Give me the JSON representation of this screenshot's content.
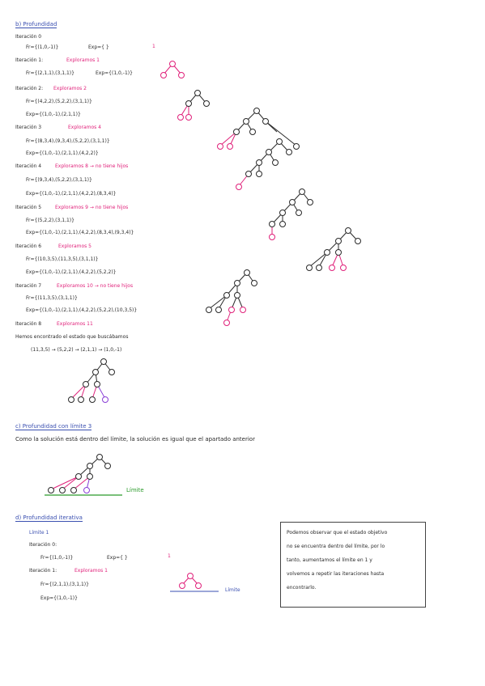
{
  "section_b": {
    "title": "b) Profundidad",
    "it0": {
      "label": "Iteración 0",
      "fr": "Fr={(1,0,-1)}",
      "exp": "Exp={ }",
      "node": "1"
    },
    "it1": {
      "label": "Iteración 1:",
      "action": "Exploramos 1",
      "fr": "Fr={(2,1,1),(3,1,1)}",
      "exp": "Exp={(1,0,-1)}"
    },
    "it2": {
      "label": "Iteración 2:",
      "action": "Exploramos 2",
      "fr": "Fr={(4,2,2),(5,2,2),(3,1,1)}",
      "exp": "Exp={(1,0,-1),(2,1,1)}"
    },
    "it3": {
      "label": "Iteración 3",
      "action": "Exploramos 4",
      "fr": "Fr={(8,3,4),(9,3,4),(5,2,2),(3,1,1)}",
      "exp": "Exp={(1,0,-1),(2,1,1),(4,2,2)}"
    },
    "it4": {
      "label": "Iteración 4",
      "action": "Exploramos 8 → no tiene hijos",
      "fr": "Fr={(9,3,4),(5,2,2),(3,1,1)}",
      "exp": "Exp={(1,0,-1),(2,1,1),(4,2,2),(8,3,4)}"
    },
    "it5": {
      "label": "Iteración 5",
      "action": "Exploramos 9 → no tiene hijos",
      "fr": "Fr={(5,2,2),(3,1,1)}",
      "exp": "Exp={(1,0,-1),(2,1,1),(4,2,2),(8,3,4),(9,3,4)}"
    },
    "it6": {
      "label": "Iteración 6",
      "action": "Exploramos 5",
      "fr": "Fr={(10,3,5),(11,3,5),(3,1,1)}",
      "exp": "Exp={(1,0,-1),(2,1,1),(4,2,2),(5,2,2)}"
    },
    "it7": {
      "label": "Iteración 7",
      "action": "Exploramos 10 → no tiene hijos",
      "fr": "Fr={(11,3,5),(3,1,1)}",
      "exp": "Exp={(1,0,-1),(2,1,1),(4,2,2),(5,2,2),(10,3,5)}"
    },
    "it8": {
      "label": "Iteración 8",
      "action": "Exploramos 11"
    },
    "found": "Hemos encontrado el estado que buscábamos",
    "path": "(11,3,5) → (5,2,2) → (2,1,1) → (1,0,-1)"
  },
  "section_c": {
    "title": "c) Profundidad con límite 3",
    "text": "Como la solución está dentro del límite, la solución es igual que el apartado anterior",
    "limit_label": "Límite"
  },
  "section_d": {
    "title": "d) Profundidad iterativa",
    "limit": "Límite 1",
    "it0": {
      "label": "Iteración 0:",
      "fr": "Fr={(1,0,-1)}",
      "exp": "Exp={ }",
      "node": "1"
    },
    "it1": {
      "label": "Iteración 1:",
      "action": "Exploramos 1",
      "fr": "Fr={(2,1,1),(3,1,1)}",
      "exp": "Exp={(1,0,-1)}"
    },
    "limit_label": "Límite",
    "note": [
      "Podemos observar que el estado objetivo",
      "no se encuentra dentro del límite, por lo",
      "tanto, aumentamos el límite en 1 y",
      "volvemos a repetir las iteraciones hasta",
      "encontrarlo."
    ]
  },
  "colors": {
    "title": "#3a4fb0",
    "highlight": "#e0207a",
    "ink": "#2a2a2a",
    "target": "#8a3fd6",
    "limit": "#2a9a2a"
  }
}
